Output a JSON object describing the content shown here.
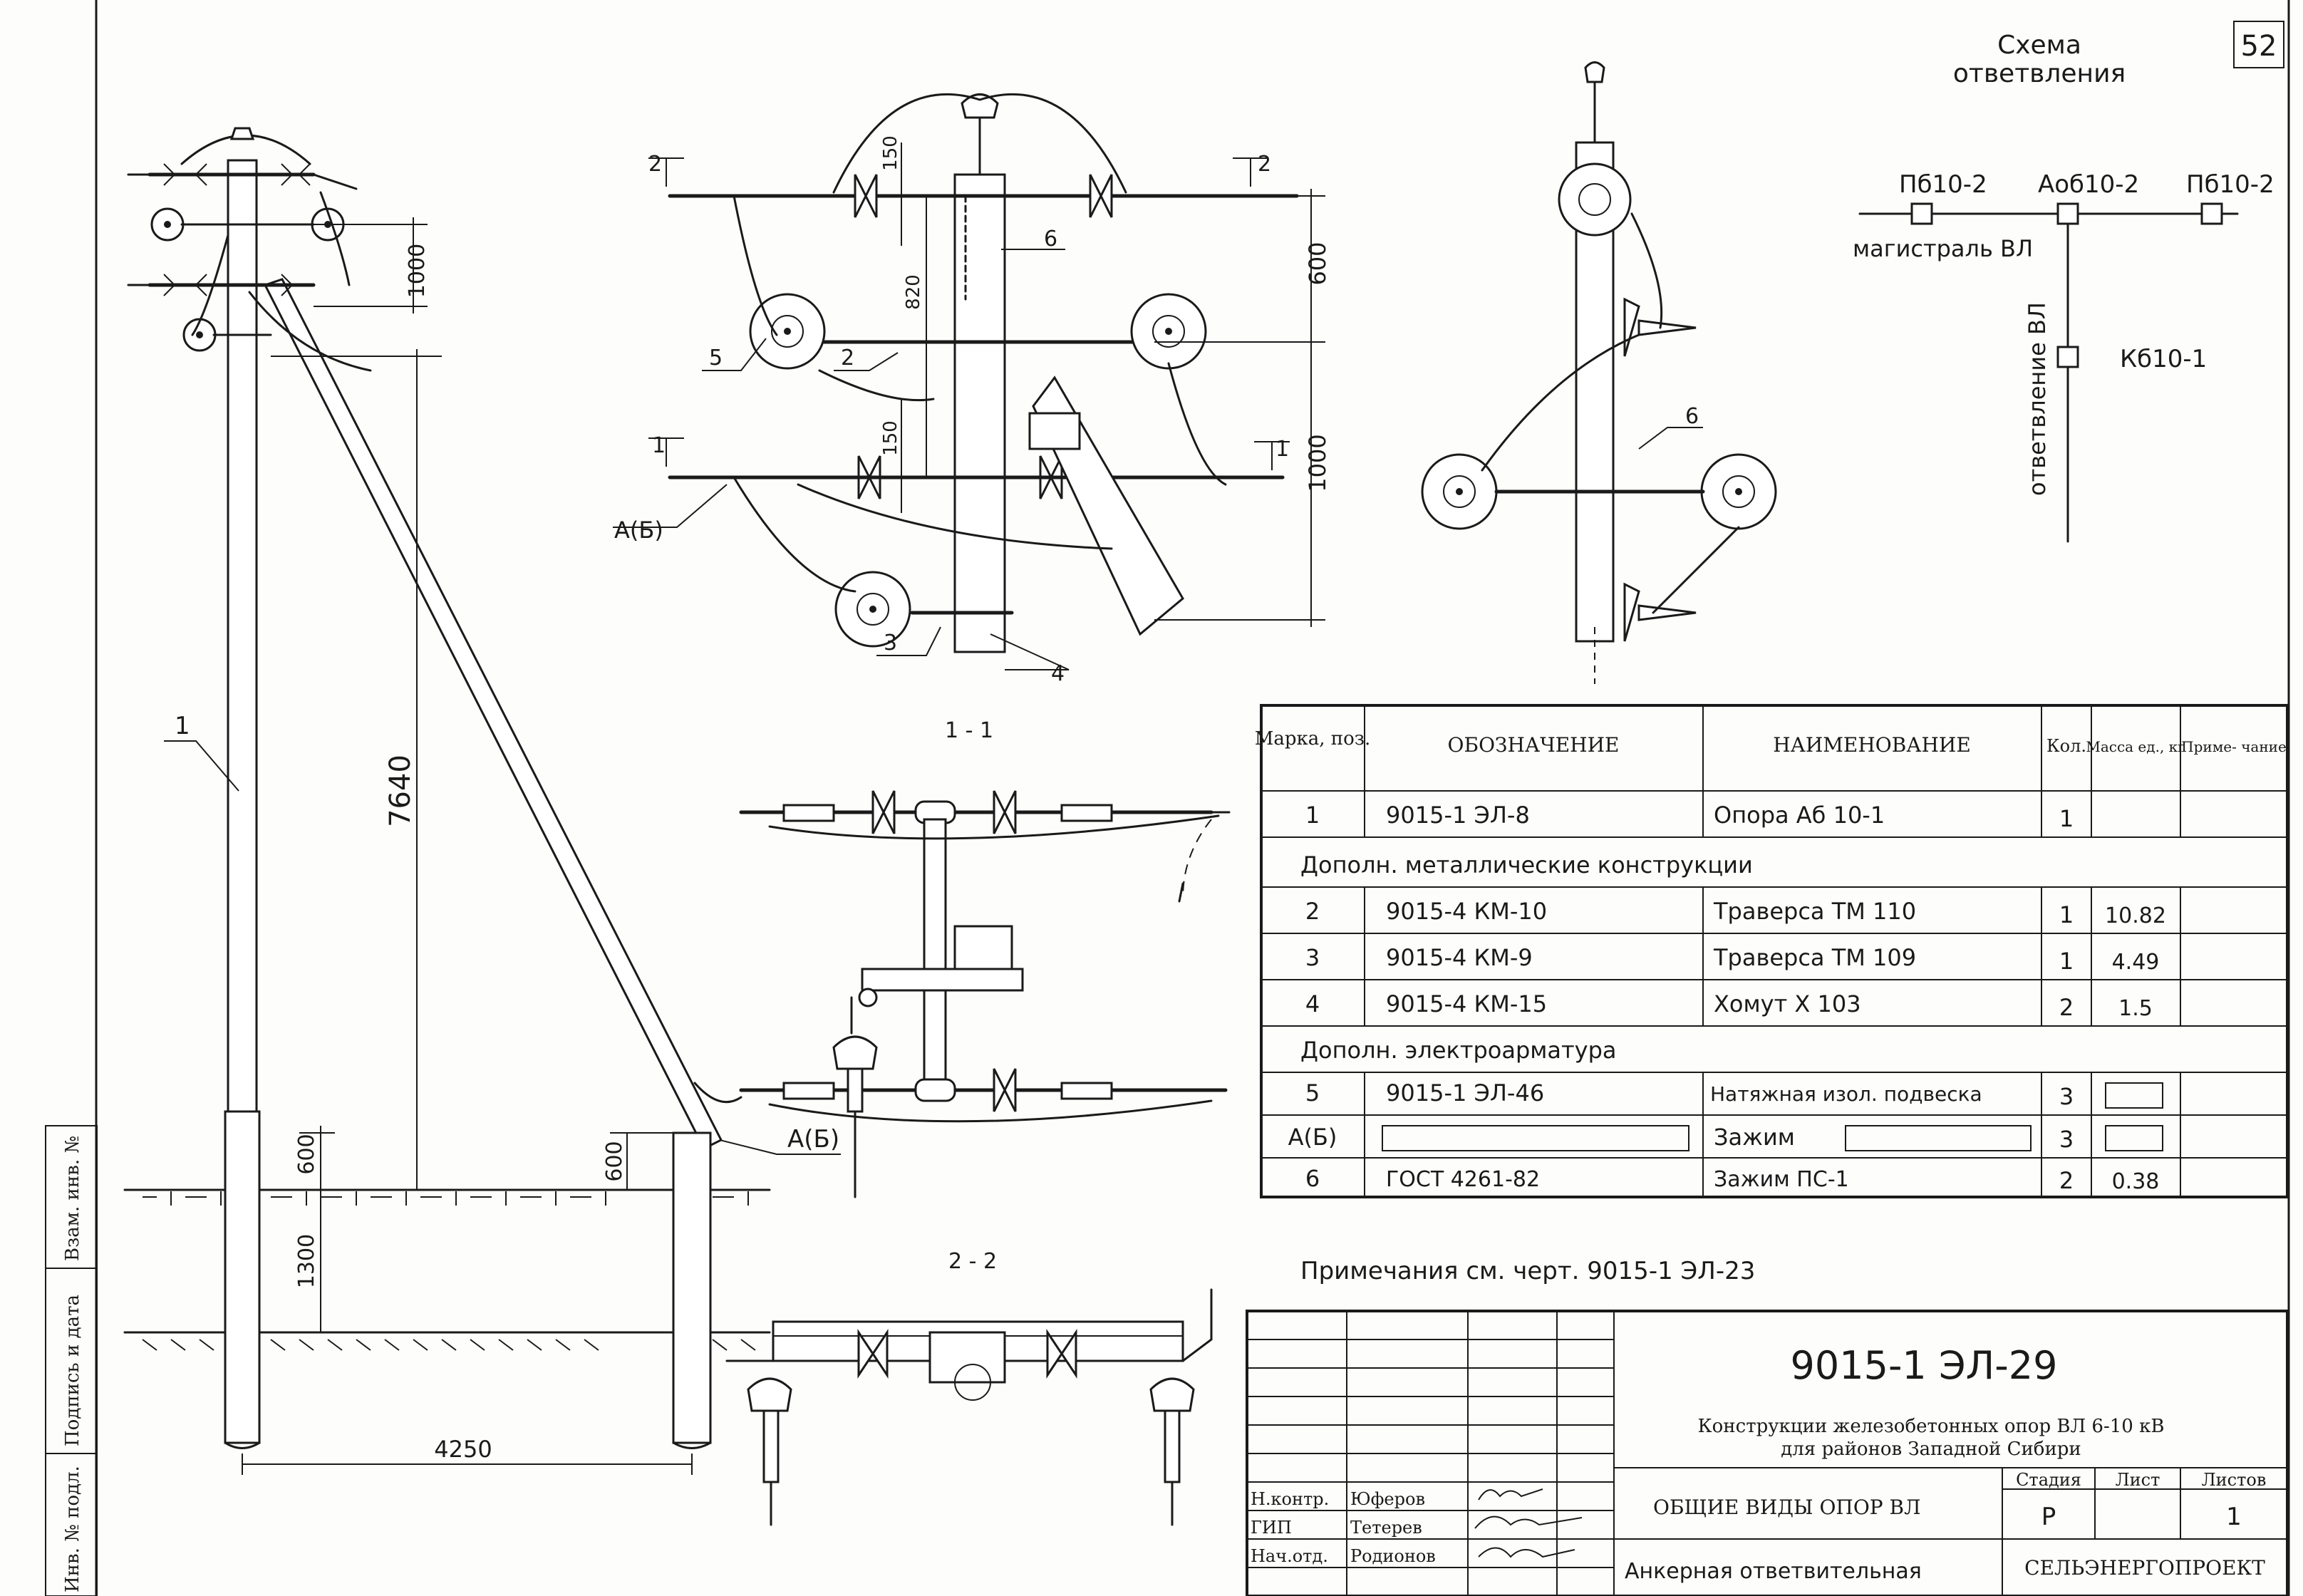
{
  "sheet": {
    "number": "52",
    "scheme_title_line1": "Схема",
    "scheme_title_line2": "ответвления"
  },
  "scheme": {
    "support1": "Пб10-2",
    "support2": "Аоб10-2",
    "support3": "Пб10-2",
    "main_line": "магистраль ВЛ",
    "branch_line": "ответвление ВЛ",
    "branch_support": "Кб10-1"
  },
  "main_view": {
    "dim_1000": "1000",
    "dim_7640": "7640",
    "dim_600_left": "600",
    "dim_1300": "1300",
    "dim_600_right": "600",
    "dim_4250": "4250",
    "pos_1": "1",
    "clamp_label": "А(Б)"
  },
  "detail_view": {
    "section_mark_2": "2",
    "section_mark_1": "1",
    "dim_150_top": "150",
    "dim_820": "820",
    "dim_150_mid": "150",
    "dim_600": "600",
    "dim_1000": "1000",
    "pos_6": "6",
    "pos_5": "5",
    "pos_2": "2",
    "pos_3": "3",
    "pos_4": "4",
    "clamp_label": "А(Б)"
  },
  "side_view": {
    "pos_6": "6"
  },
  "section_titles": {
    "s11": "1 - 1",
    "s22": "2 - 2"
  },
  "table": {
    "headers": [
      "Марка, поз.",
      "ОБОЗНАЧЕНИЕ",
      "НАИМЕНОВАНИЕ",
      "Кол.",
      "Масса ед., кг",
      "Приме- чание"
    ],
    "rows": [
      {
        "mark": "1",
        "designation": "9015-1  ЭЛ-8",
        "name": "Опора  Аб 10-1",
        "qty": "1",
        "mass": "",
        "note": ""
      },
      {
        "group": "Дополн.  металлические  конструкции"
      },
      {
        "mark": "2",
        "designation": "9015-4  КМ-10",
        "name": "Траверса  ТМ 110",
        "qty": "1",
        "mass": "10.82",
        "note": ""
      },
      {
        "mark": "3",
        "designation": "9015-4  КМ-9",
        "name": "Траверса  ТМ 109",
        "qty": "1",
        "mass": "4.49",
        "note": ""
      },
      {
        "mark": "4",
        "designation": "9015-4  КМ-15",
        "name": "Хомут  Х 103",
        "qty": "2",
        "mass": "1.5",
        "note": ""
      },
      {
        "group": "Дополн.  электроарматура"
      },
      {
        "mark": "5",
        "designation": "9015-1   ЭЛ-46",
        "name": "Натяжная  изол. подвеска",
        "qty": "3",
        "mass": "",
        "note": ""
      },
      {
        "mark": "А(Б)",
        "designation": "",
        "name": "Зажим",
        "qty": "3",
        "mass": "",
        "note": ""
      },
      {
        "mark": "6",
        "designation": "ГОСТ 4261-82",
        "name": "Зажим  ПС-1",
        "qty": "2",
        "mass": "0.38",
        "note": ""
      }
    ]
  },
  "note": "Примечания  см.  черт.  9015-1  ЭЛ-23",
  "title_block": {
    "code": "9015-1  ЭЛ-29",
    "title_line1": "Конструкции железобетонных опор  ВЛ  6-10 кВ",
    "title_line2": "для районов Западной Сибири",
    "stage_header": "Стадия",
    "sheet_header": "Лист",
    "sheets_header": "Листов",
    "stage": "Р",
    "sheets": "1",
    "drawing_name": "ОБЩИЕ ВИДЫ ОПОР  ВЛ",
    "drawing_name2": "Анкерная  ответвительная",
    "org": "СЕЛЬЭНЕРГОПРОЕКТ",
    "roles": [
      "Н.контр.",
      "ГИП",
      "Нач.отд."
    ],
    "names": [
      "Юферов",
      "Тетерев",
      "Родионов"
    ]
  },
  "left_strip": {
    "cell1": "Взам. инв. №",
    "cell2": "Подпись и дата",
    "cell3": "Инв. № подл."
  }
}
